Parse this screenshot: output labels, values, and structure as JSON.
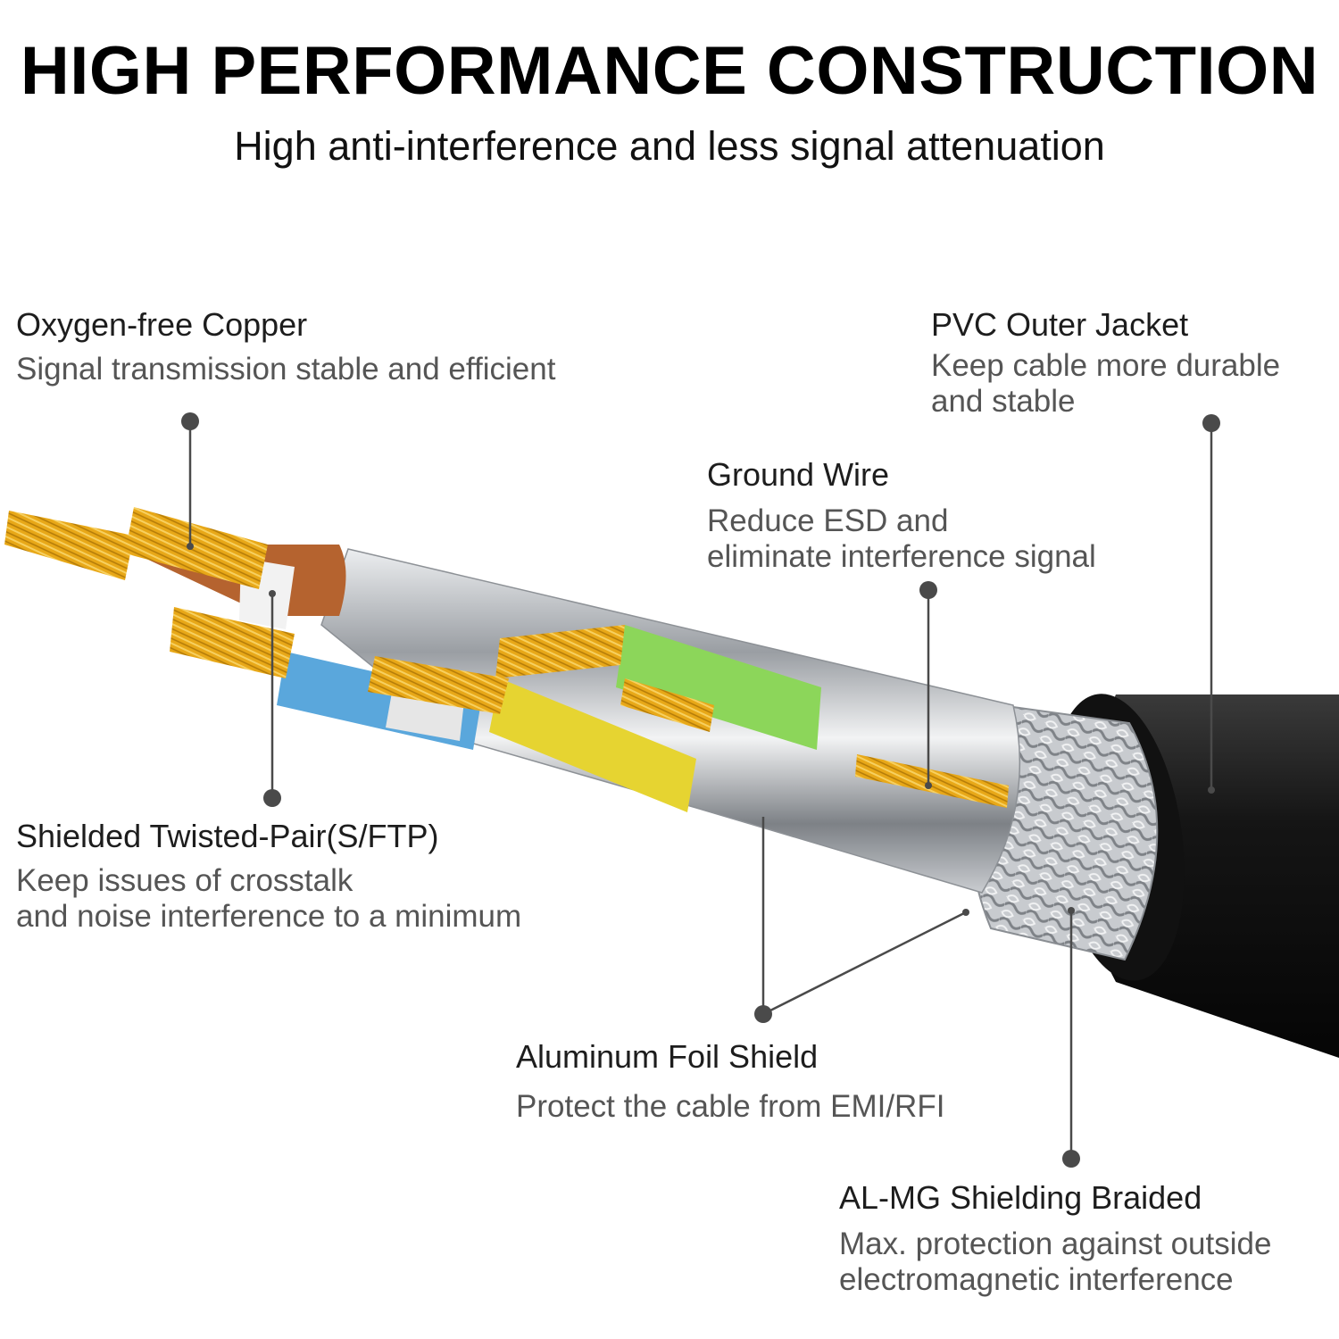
{
  "header": {
    "title": "HIGH PERFORMANCE CONSTRUCTION",
    "subtitle": "High anti-interference and less signal attenuation"
  },
  "callouts": [
    {
      "id": "oxygen-free-copper",
      "heading": "Oxygen-free Copper",
      "description": [
        "Signal transmission stable and efficient"
      ]
    },
    {
      "id": "pvc-outer-jacket",
      "heading": "PVC Outer Jacket",
      "description": [
        "Keep cable more durable",
        "and stable"
      ]
    },
    {
      "id": "ground-wire",
      "heading": "Ground Wire",
      "description": [
        "Reduce ESD and",
        "eliminate interference signal"
      ]
    },
    {
      "id": "shielded-twisted-pair",
      "heading": "Shielded Twisted-Pair(S/FTP)",
      "description": [
        "Keep issues of crosstalk",
        "and noise interference to a minimum"
      ]
    },
    {
      "id": "aluminum-foil-shield",
      "heading": "Aluminum Foil Shield",
      "description": [
        "Protect the cable from EMI/RFI"
      ]
    },
    {
      "id": "al-mg-shielding-braided",
      "heading": "AL-MG Shielding Braided",
      "description": [
        "Max. protection against outside",
        "electromagnetic interference"
      ]
    }
  ],
  "colors": {
    "copper": "#e8a818",
    "jacket": "#1a1a1a",
    "foil": "#b9bcc0",
    "pair_orange": "#b5632f",
    "pair_blue": "#5aa7dc",
    "pair_green": "#8cd65a",
    "pair_yellow": "#e6d431",
    "leader": "#4a4a4a"
  }
}
